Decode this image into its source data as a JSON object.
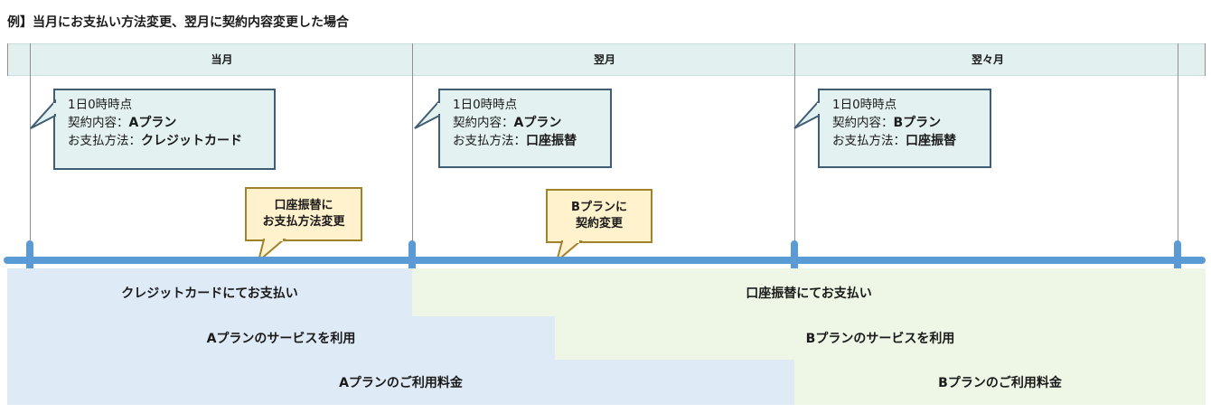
{
  "title": "例】当月にお支払い方法変更、翌月に契約内容変更した場合",
  "columns": [
    "当月",
    "翌月",
    "翌々月"
  ],
  "status_boxes": [
    {
      "line1": "1日0時時点",
      "contract_label": "契約内容：",
      "contract_value": "Aプラン",
      "payment_label": "お支払方法：",
      "payment_value": "クレジットカード"
    },
    {
      "line1": "1日0時時点",
      "contract_label": "契約内容：",
      "contract_value": "Aプラン",
      "payment_label": "お支払方法：",
      "payment_value": "口座振替"
    },
    {
      "line1": "1日0時時点",
      "contract_label": "契約内容：",
      "contract_value": "Bプラン",
      "payment_label": "お支払方法：",
      "payment_value": "口座振替"
    }
  ],
  "events": [
    {
      "line1": "口座振替に",
      "line2": "お支払方法変更"
    },
    {
      "line1": "Bプランに",
      "line2": "契約変更"
    }
  ],
  "bands": {
    "payment_a": "クレジットカードにてお支払い",
    "payment_b": "口座振替にてお支払い",
    "service_a": "Aプランのサービスを利用",
    "service_b": "Bプランのサービスを利用",
    "fee_a": "Aプランのご利用料金",
    "fee_b": "Bプランのご利用料金"
  },
  "colors": {
    "timeline": "#5b9bd5",
    "bubble_fill": "#e3f2f1",
    "bubble_border": "#3f5d74",
    "note_fill": "#fff2cc",
    "note_border": "#a2812b",
    "band_blue": "#deeaf6",
    "band_green": "#eef6e6",
    "header_fill": "#e2f1f0"
  }
}
